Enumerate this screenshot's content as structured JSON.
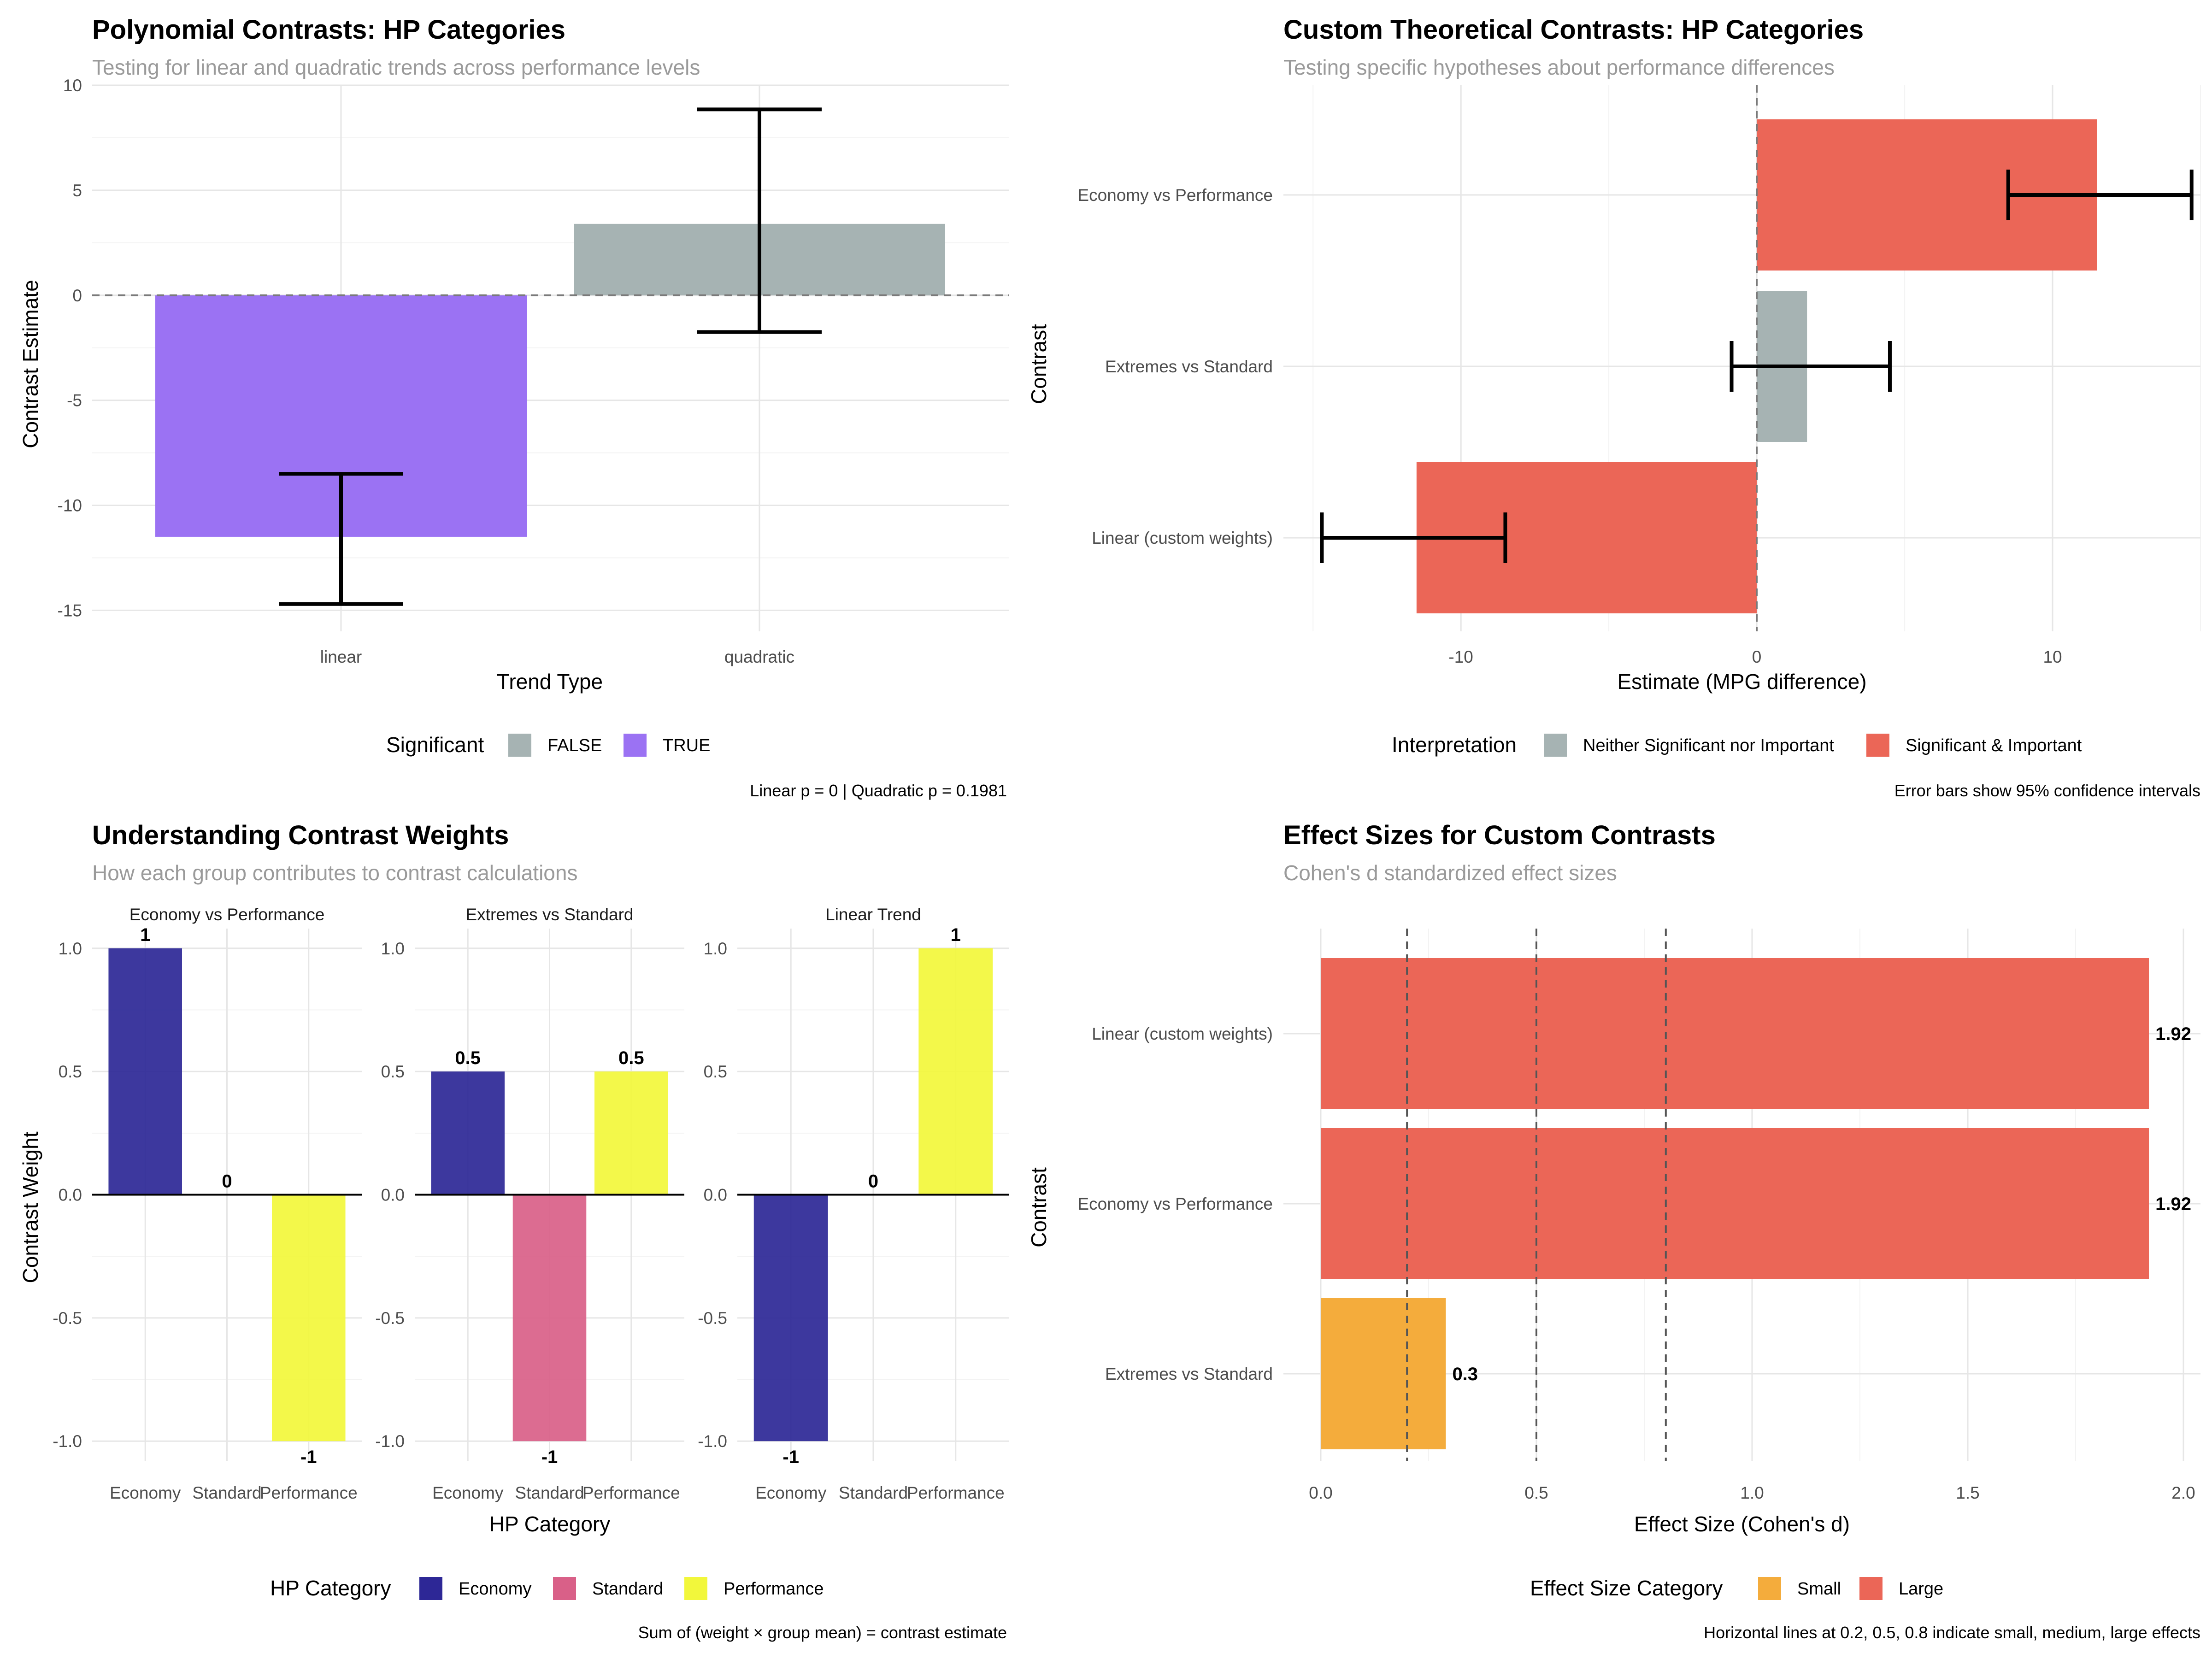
{
  "colors": {
    "purple": "#9B72F3",
    "grey": "#A6B3B3",
    "red": "#EB6657",
    "navy": "#2D2796",
    "pink": "#D96088",
    "yellow": "#F2F73B",
    "orange": "#F4AC3C"
  },
  "chart_data": [
    {
      "id": "poly",
      "type": "bar",
      "title": "Polynomial Contrasts: HP Categories",
      "subtitle": "Testing for linear and quadratic trends across performance levels",
      "xlabel": "Trend Type",
      "ylabel": "Contrast Estimate",
      "ylim": [
        -16,
        10
      ],
      "yticks": [
        10,
        5,
        0,
        -5,
        -10,
        -15
      ],
      "categories": [
        "linear",
        "quadratic"
      ],
      "values": [
        -11.5,
        3.4
      ],
      "ci_low": [
        -14.7,
        -1.75
      ],
      "ci_high": [
        -8.5,
        8.85
      ],
      "significant": [
        "TRUE",
        "FALSE"
      ],
      "legend_title": "Significant",
      "legend": [
        {
          "label": "FALSE",
          "color": "#A6B3B3"
        },
        {
          "label": "TRUE",
          "color": "#9B72F3"
        }
      ],
      "caption": "Linear p = 0 | Quadratic p = 0.1981"
    },
    {
      "id": "custom",
      "type": "bar",
      "orientation": "horizontal",
      "title": "Custom Theoretical Contrasts: HP Categories",
      "subtitle": "Testing specific hypotheses about performance differences",
      "xlabel": "Estimate (MPG difference)",
      "ylabel": "Contrast",
      "xlim": [
        -16,
        15
      ],
      "xticks": [
        -10,
        0,
        10
      ],
      "categories": [
        "Economy vs Performance",
        "Extremes vs Standard",
        "Linear (custom weights)"
      ],
      "values": [
        11.5,
        1.7,
        -11.5
      ],
      "ci_low": [
        8.5,
        -0.85,
        -14.7
      ],
      "ci_high": [
        14.7,
        4.5,
        -8.5
      ],
      "interpretation": [
        "Significant & Important",
        "Neither Significant nor Important",
        "Significant & Important"
      ],
      "legend_title": "Interpretation",
      "legend": [
        {
          "label": "Neither Significant nor Important",
          "color": "#A6B3B3"
        },
        {
          "label": "Significant & Important",
          "color": "#EB6657"
        }
      ],
      "caption": "Error bars show 95% confidence intervals"
    },
    {
      "id": "weights",
      "type": "bar",
      "title": "Understanding Contrast Weights",
      "subtitle": "How each group contributes to contrast calculations",
      "xlabel": "HP Category",
      "ylabel": "Contrast Weight",
      "ylim": [
        -1,
        1
      ],
      "yticks": [
        "1.0",
        "0.5",
        "0.0",
        "-0.5",
        "-1.0"
      ],
      "categories": [
        "Economy",
        "Standard",
        "Performance"
      ],
      "facets": [
        {
          "name": "Economy vs Performance",
          "values": [
            1,
            0,
            -1
          ],
          "labels": [
            "1",
            "0",
            "-1"
          ]
        },
        {
          "name": "Extremes vs Standard",
          "values": [
            0.5,
            -1,
            0.5
          ],
          "labels": [
            "0.5",
            "-1",
            "0.5"
          ]
        },
        {
          "name": "Linear Trend",
          "values": [
            -1,
            0,
            1
          ],
          "labels": [
            "-1",
            "0",
            "1"
          ]
        }
      ],
      "legend_title": "HP Category",
      "legend": [
        {
          "label": "Economy",
          "color": "#2D2796"
        },
        {
          "label": "Standard",
          "color": "#D96088"
        },
        {
          "label": "Performance",
          "color": "#F2F73B"
        }
      ],
      "caption": "Sum of (weight × group mean) = contrast estimate"
    },
    {
      "id": "effect",
      "type": "bar",
      "orientation": "horizontal",
      "title": "Effect Sizes for Custom Contrasts",
      "subtitle": "Cohen's d standardized effect sizes",
      "xlabel": "Effect Size (Cohen's d)",
      "ylabel": "Contrast",
      "xlim": [
        0,
        2
      ],
      "xticks": [
        "0.0",
        "0.5",
        "1.0",
        "1.5",
        "2.0"
      ],
      "categories": [
        "Linear (custom weights)",
        "Economy vs Performance",
        "Extremes vs Standard"
      ],
      "values": [
        1.92,
        1.92,
        0.29
      ],
      "labels": [
        "1.92",
        "1.92",
        "0.3"
      ],
      "size_category": [
        "Large",
        "Large",
        "Small"
      ],
      "reference_lines": [
        0.2,
        0.5,
        0.8
      ],
      "legend_title": "Effect Size Category",
      "legend": [
        {
          "label": "Small",
          "color": "#F4AC3C"
        },
        {
          "label": "Large",
          "color": "#EB6657"
        }
      ],
      "caption": "Horizontal lines at 0.2, 0.5, 0.8 indicate small, medium, large effects"
    }
  ]
}
